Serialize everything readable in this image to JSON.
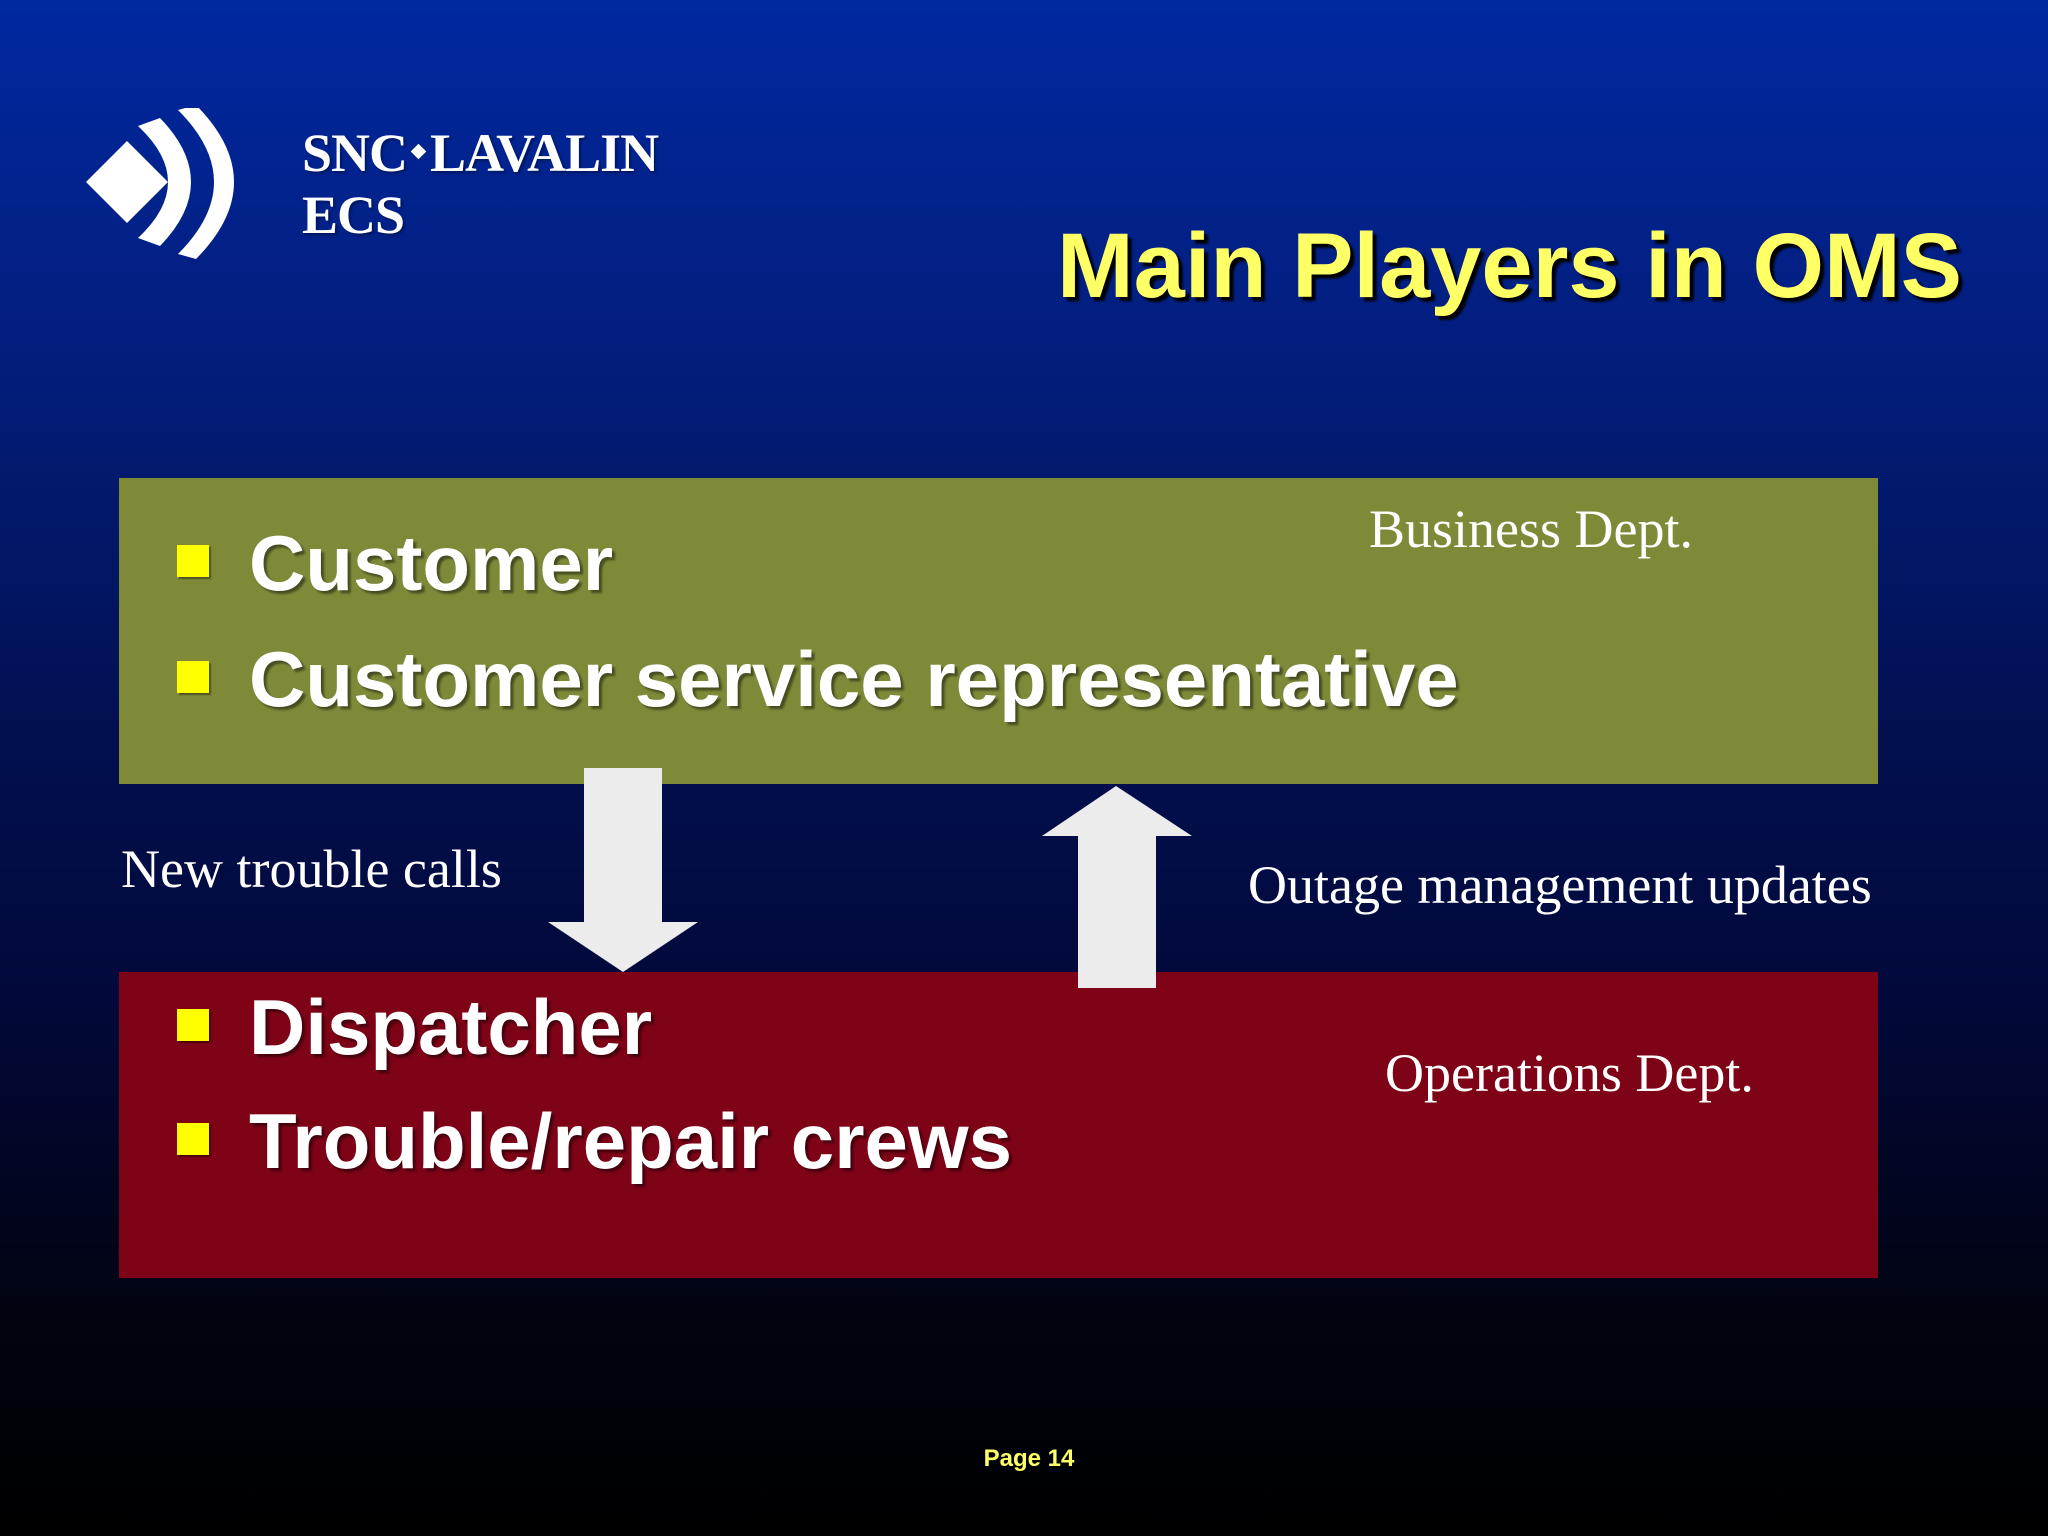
{
  "logo": {
    "company_line1": "SNC",
    "company_line1b": "LAVALIN",
    "company_line2": "ECS",
    "icon": "snc-lavalin-chevron-logo"
  },
  "slide": {
    "title": "Main Players in OMS",
    "page_label": "Page 14"
  },
  "business": {
    "dept_label": "Business Dept.",
    "items": [
      "Customer",
      "Customer service representative"
    ],
    "color": "#7f8a39"
  },
  "operations": {
    "dept_label": "Operations Dept.",
    "items": [
      "Dispatcher",
      "Trouble/repair crews"
    ],
    "color": "#7e0317"
  },
  "flows": {
    "down_label": "New trouble calls",
    "up_label": "Outage management updates",
    "arrow_color": "#ececec"
  },
  "colors": {
    "title": "#ffff66",
    "bullet": "#ffff00",
    "background_top": "#0028a0",
    "background_bottom": "#000000"
  }
}
